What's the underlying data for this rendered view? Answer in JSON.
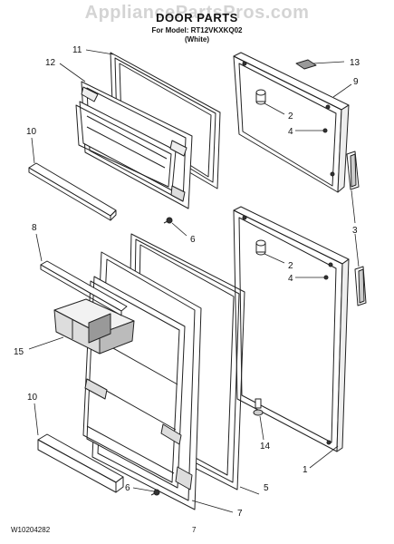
{
  "watermark": "AppliancePartsPros.com",
  "title": "DOOR PARTS",
  "subtitle_model": "For Model: RT12VKXKQ02",
  "subtitle_color": "(White)",
  "footer_code": "W10204282",
  "footer_page": "7",
  "callouts": {
    "c11": "11",
    "c12": "12",
    "c10a": "10",
    "c6a": "6",
    "c13": "13",
    "c9": "9",
    "c2a": "2",
    "c4a": "4",
    "c3": "3",
    "c8": "8",
    "c2b": "2",
    "c4b": "4",
    "c15": "15",
    "c10b": "10",
    "c1": "1",
    "c14": "14",
    "c5": "5",
    "c7": "7",
    "c6b": "6"
  }
}
